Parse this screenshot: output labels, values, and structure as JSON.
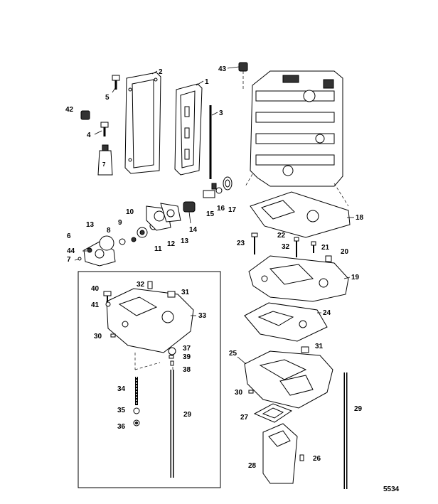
{
  "diagram_id": "5534",
  "callouts": {
    "c1": "1",
    "c2": "2",
    "c3": "3",
    "c4": "4",
    "c5": "5",
    "c6": "6",
    "c7": "7",
    "c7b": "7",
    "c8": "8",
    "c9": "9",
    "c10": "10",
    "c11": "11",
    "c12": "12",
    "c13a": "13",
    "c13b": "13",
    "c14": "14",
    "c15": "15",
    "c16": "16",
    "c17": "17",
    "c18": "18",
    "c19": "19",
    "c20": "20",
    "c21": "21",
    "c22": "22",
    "c23": "23",
    "c24": "24",
    "c25": "25",
    "c26": "26",
    "c27": "27",
    "c28": "28",
    "c29a": "29",
    "c29b": "29",
    "c30a": "30",
    "c30b": "30",
    "c31a": "31",
    "c31b": "31",
    "c32a": "32",
    "c32b": "32",
    "c33": "33",
    "c34": "34",
    "c35": "35",
    "c36": "36",
    "c37": "37",
    "c38": "38",
    "c39": "39",
    "c40": "40",
    "c41": "41",
    "c42": "42",
    "c43": "43",
    "c44": "44"
  }
}
